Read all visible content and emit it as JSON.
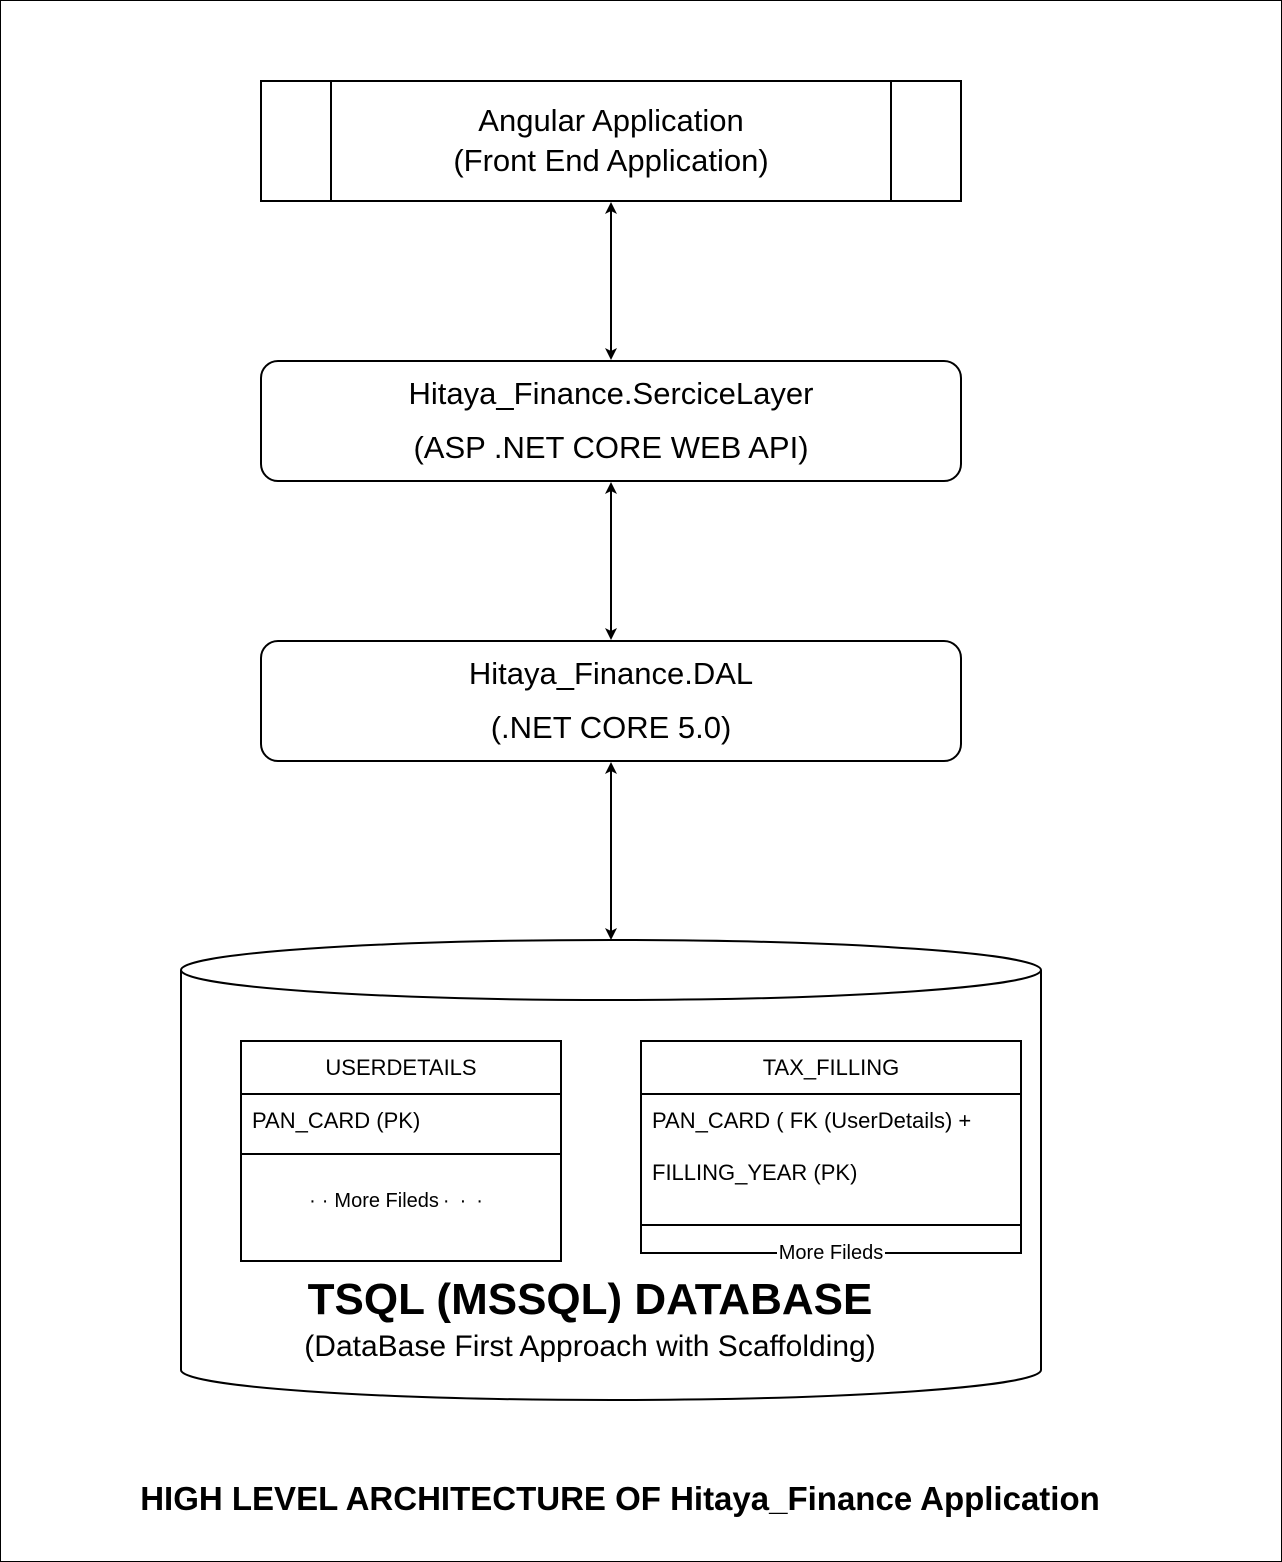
{
  "frontend": {
    "title": "Angular Application",
    "subtitle": "(Front End Application)"
  },
  "service": {
    "title": "Hitaya_Finance.SerciceLayer",
    "subtitle": "(ASP .NET CORE WEB API)"
  },
  "dal": {
    "title": "Hitaya_Finance.DAL",
    "subtitle": "(.NET CORE 5.0)"
  },
  "database": {
    "title": "TSQL (MSSQL) DATABASE",
    "subtitle": "(DataBase First Approach with Scaffolding)",
    "tables": [
      {
        "name": "USERDETAILS",
        "fields": [
          "PAN_CARD (PK)"
        ],
        "more": "More Fileds"
      },
      {
        "name": "TAX_FILLING",
        "fields": [
          "PAN_CARD ( FK (UserDetails) +",
          "FILLING_YEAR (PK)"
        ],
        "more": "More Fileds"
      }
    ]
  },
  "caption": "HIGH LEVEL ARCHITECTURE OF Hitaya_Finance Application"
}
